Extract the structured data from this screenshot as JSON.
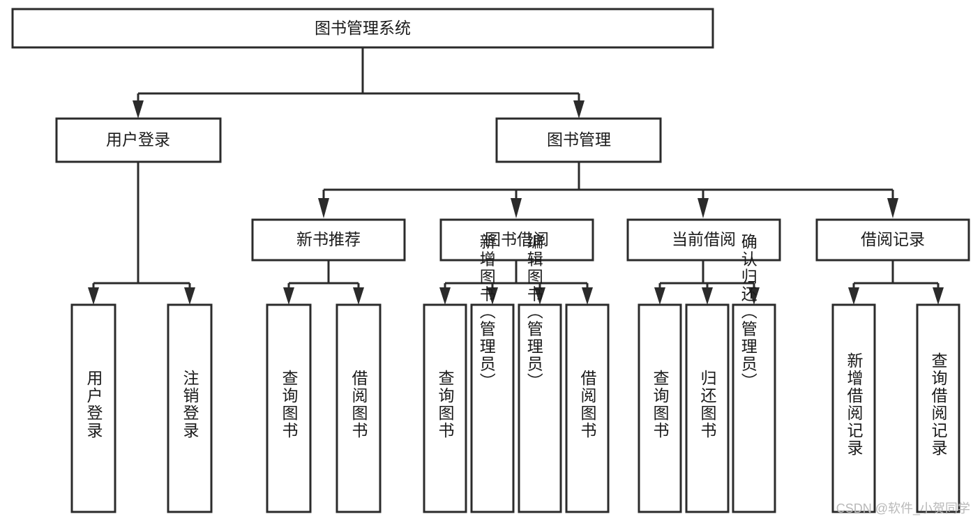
{
  "diagram": {
    "type": "tree-hierarchy",
    "title": "图书管理系统",
    "watermark": "CSDN @软件_小贺同学",
    "colors": {
      "stroke": "#2b2b2b",
      "fill": "#ffffff",
      "text": "#1a1a1a",
      "watermark": "#b9b9b9"
    },
    "levels": [
      {
        "level": 1,
        "nodes": [
          {
            "id": "root",
            "label": "图书管理系统",
            "orientation": "horizontal"
          }
        ]
      },
      {
        "level": 2,
        "nodes": [
          {
            "id": "user-login",
            "label": "用户登录",
            "orientation": "horizontal",
            "parent": "root"
          },
          {
            "id": "book-manage",
            "label": "图书管理",
            "orientation": "horizontal",
            "parent": "root"
          }
        ]
      },
      {
        "level": 3,
        "nodes": [
          {
            "id": "new-book-rec",
            "label": "新书推荐",
            "orientation": "horizontal",
            "parent": "book-manage"
          },
          {
            "id": "book-borrow",
            "label": "图书借阅",
            "orientation": "horizontal",
            "parent": "book-manage"
          },
          {
            "id": "current-borrow",
            "label": "当前借阅",
            "orientation": "horizontal",
            "parent": "book-manage"
          },
          {
            "id": "borrow-record",
            "label": "借阅记录",
            "orientation": "horizontal",
            "parent": "book-manage"
          }
        ]
      },
      {
        "level": 4,
        "nodes": [
          {
            "id": "leaf-1",
            "label": "用户登录",
            "orientation": "vertical",
            "parent": "user-login"
          },
          {
            "id": "leaf-2",
            "label": "注销登录",
            "orientation": "vertical",
            "parent": "user-login"
          },
          {
            "id": "leaf-3",
            "label": "查询图书",
            "orientation": "vertical",
            "parent": "new-book-rec"
          },
          {
            "id": "leaf-4",
            "label": "借阅图书",
            "orientation": "vertical",
            "parent": "new-book-rec"
          },
          {
            "id": "leaf-5",
            "label": "查询图书",
            "orientation": "vertical",
            "parent": "book-borrow"
          },
          {
            "id": "leaf-6",
            "label": "新增图书（管理员）",
            "orientation": "vertical",
            "parent": "book-borrow"
          },
          {
            "id": "leaf-7",
            "label": "编辑图书（管理员）",
            "orientation": "vertical",
            "parent": "book-borrow"
          },
          {
            "id": "leaf-8",
            "label": "借阅图书",
            "orientation": "vertical",
            "parent": "book-borrow"
          },
          {
            "id": "leaf-9",
            "label": "查询图书",
            "orientation": "vertical",
            "parent": "current-borrow"
          },
          {
            "id": "leaf-10",
            "label": "归还图书",
            "orientation": "vertical",
            "parent": "current-borrow"
          },
          {
            "id": "leaf-11",
            "label": "确认归还（管理员）",
            "orientation": "vertical",
            "parent": "current-borrow"
          },
          {
            "id": "leaf-12",
            "label": "新增借阅记录",
            "orientation": "vertical",
            "parent": "borrow-record"
          },
          {
            "id": "leaf-13",
            "label": "查询借阅记录",
            "orientation": "vertical",
            "parent": "borrow-record"
          }
        ]
      }
    ]
  }
}
